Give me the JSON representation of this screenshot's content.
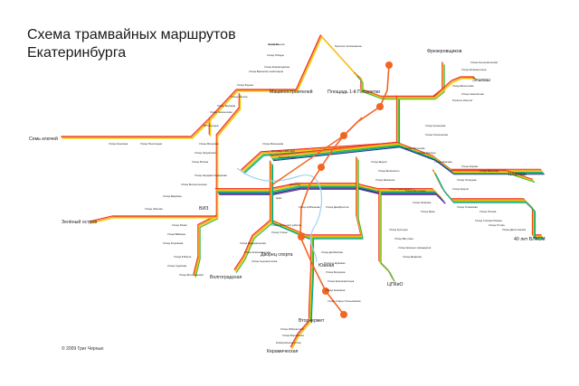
{
  "title": {
    "line1": "Схема трамвайных маршрутов",
    "line2": "Екатеринбурга"
  },
  "copyright": "© 2009 Григ Черных",
  "colors": {
    "tram_bundle": [
      "#ee2a24",
      "#f7931e",
      "#f2d600",
      "#39b54a",
      "#00a99d",
      "#2e3192",
      "#662d91",
      "#8b5a2b",
      "#111111"
    ],
    "metro": "#f26522",
    "background": "#ffffff"
  },
  "terminals": [
    {
      "id": "sem-klyuchey",
      "label": "Семь ключей"
    },
    {
      "id": "zelenyi-ostrov",
      "label": "Зелёный остров"
    },
    {
      "id": "vtorchermet",
      "label": "Вторчермет"
    },
    {
      "id": "keramicheskaya",
      "label": "Керамическая"
    },
    {
      "id": "tsppkio",
      "label": "ЦПКиО"
    },
    {
      "id": "shartash",
      "label": "Шарташ"
    },
    {
      "id": "40-let-vlksm",
      "label": "40 лет ВЛКСМ"
    },
    {
      "id": "elmash",
      "label": "Эльмаш"
    },
    {
      "id": "frezerovshchikov",
      "label": "Фрезеровщиков"
    },
    {
      "id": "mashinostroiteley",
      "label": "Машиностроителей"
    },
    {
      "id": "ploshchad-petrovicha",
      "label": "Площадь 1-й Пятилетки"
    },
    {
      "id": "dvorets-sporta",
      "label": "Дворец спорта"
    },
    {
      "id": "yuzhnaya",
      "label": "Южная"
    },
    {
      "id": "volgogradskaya",
      "label": "Волгоградская"
    },
    {
      "id": "viz",
      "label": "ВИЗ"
    }
  ],
  "stops": [
    "Уралмаш",
    "Проспект Космонавтов",
    "Улица Победы",
    "Улица Кировградская",
    "Улица Бакинских комиссаров",
    "Улица Фрунзе",
    "Улица Ильича",
    "Улица Баумана",
    "Улица Ломоносова",
    "ВТУЗгородок",
    "Улица Малышева",
    "Площадь 1905 года",
    "Оперный театр",
    "Дом кино",
    "Цирк",
    "Улица Куйбышева",
    "Улица Декабристов",
    "Улица Щорса",
    "Улица Белинского",
    "Улица Шевченко",
    "Улица Луначарского",
    "Улица Восточная",
    "Улица Гагарина",
    "Улица Мира",
    "Улица Кузнецова",
    "Улица Техническая",
    "Улица Вилонова",
    "Улица Лукиных",
    "Улица Красная",
    "Улица Кирова",
    "Улица Викулова",
    "Улица Татищева",
    "Улица Крауля",
    "Улица Толмачёва",
    "Улица Попова",
    "Улица Степана Разина",
    "Улица Титова",
    "Улица Дагестанская",
    "Улица Агрономическая",
    "Улица Зелёная роща",
    "Улица Бисертская",
    "Улица Самолётная",
    "Посёлок Изоплит",
    "Улица Мичурина",
    "Улица Гурзуфская",
    "Улица Репина",
    "Улица Начдива Онуфриева",
    "Улица Белореченская",
    "Улица Шаумяна",
    "Улица Чкалова",
    "Улица Ясная",
    "Улица Вайнера",
    "Улица Хохрякова",
    "Улица 8 Марта",
    "Улица Сурикова",
    "Улица Ботаническая",
    "Улица Академическая",
    "Улица Комсомольская",
    "Улица Сыромолотова",
    "Улица Уральских рабочих",
    "Улица Стачек",
    "Улица Донбасская",
    "Посёлок Шувакиш",
    "Улица Бородина",
    "Улица Краснофлотцев",
    "Улица Калинина",
    "Улица Старых большевиков",
    "Улица Избирателей",
    "Улица Ферганская",
    "Коммунальная улица",
    "Улица Культуры",
    "Улица Ватутина",
    "Улица Красных командиров",
    "Улица Шефская",
    "Улица Корепина",
    "Улица Пехотинцев",
    "Улица Ильича"
  ]
}
